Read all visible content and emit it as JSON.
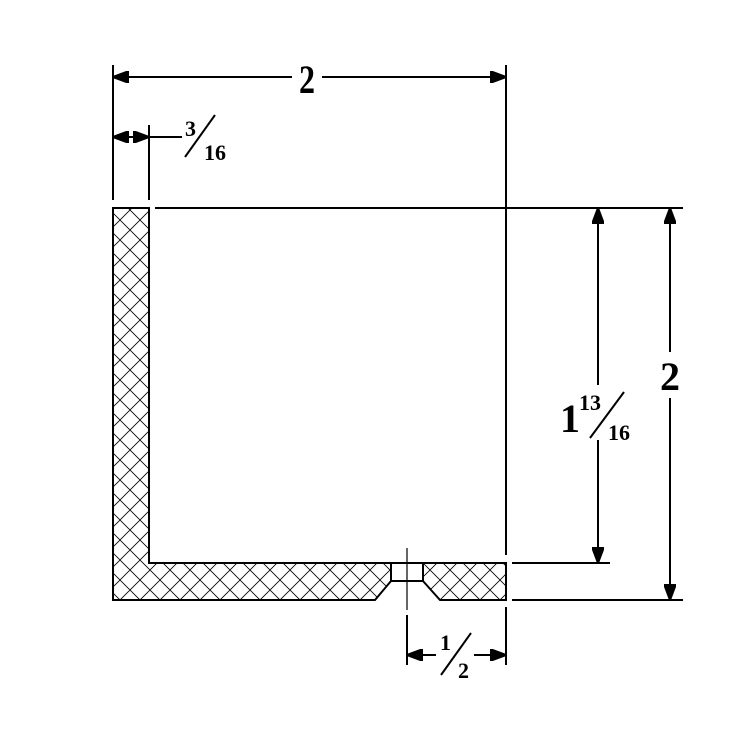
{
  "title": "Angle profile cross-section drawing",
  "dimensions": {
    "overall_width": "2",
    "overall_height": "2",
    "thickness": {
      "numerator": "3",
      "denominator": "16"
    },
    "inner_height": {
      "whole": "1",
      "numerator": "13",
      "denominator": "16"
    },
    "hole_offset": {
      "numerator": "1",
      "denominator": "2"
    }
  },
  "colors": {
    "line": "#000000",
    "background": "#ffffff"
  }
}
